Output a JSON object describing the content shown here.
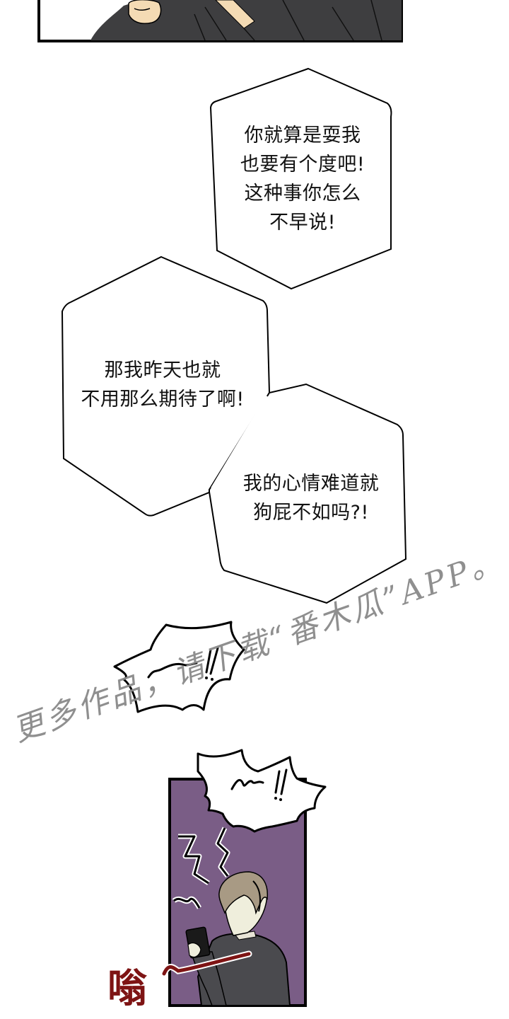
{
  "comic": {
    "top_panel": {
      "description": "characters in dark clothing (cropped bottom of previous panel)"
    },
    "bubbles": [
      {
        "id": "bubble-1",
        "text": "你就算是耍我\n也要有个度吧!\n这种事你怎么\n不早说!"
      },
      {
        "id": "bubble-2",
        "text": "那我昨天也就\n不用那么期待了啊!"
      },
      {
        "id": "bubble-3",
        "text": "我的心情难道就\n狗屁不如吗?!"
      }
    ],
    "shouts": [
      {
        "id": "shout-1",
        "text": "~!!"
      },
      {
        "id": "shout-2",
        "text": "~~!!"
      }
    ],
    "watermark": "更多作品，请下载“番木瓜”APP。",
    "sound_effect": "嗡",
    "bottom_panel": {
      "description": "man in dark suit holding vibrating phone, purple background"
    },
    "colors": {
      "panel_purple": "#7a5d86",
      "suit_gray": "#4a4a4e",
      "hair": "#a89a84",
      "skin": "#f4dbb4",
      "sfx_red": "#7e1414",
      "watermark_gray": "#8a8a8a"
    }
  }
}
